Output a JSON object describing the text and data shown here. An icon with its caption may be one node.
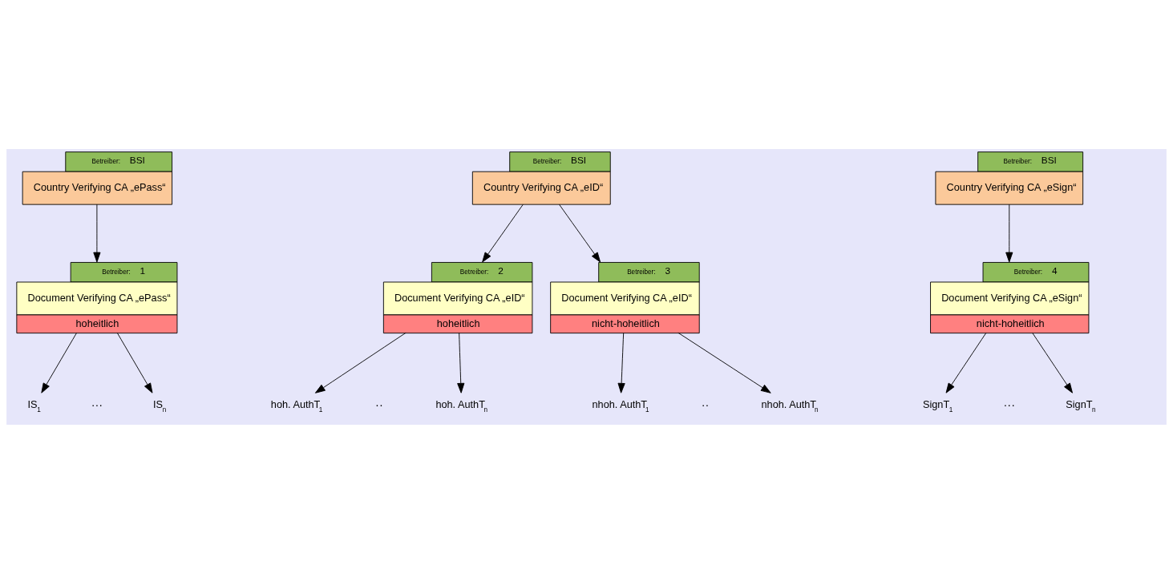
{
  "diagram": {
    "nodes": [
      {
        "text": [
          "Betreiber:",
          "BSI",
          "Country Verifying CA „ePass“"
        ]
      },
      {
        "text": [
          "Betreiber:",
          "BSI",
          "Country Verifying CA „eID“"
        ]
      },
      {
        "text": [
          "Betreiber:",
          "BSI",
          "Country Verifying CA „eSign“"
        ]
      },
      {
        "text": [
          "Betreiber:",
          "1",
          "Document Verifying CA „ePass“",
          "hoheitlich"
        ]
      },
      {
        "text": [
          "Betreiber:",
          "2",
          "Document Verifying CA „eID“",
          "hoheitlich"
        ]
      },
      {
        "text": [
          "Betreiber:",
          "3",
          "Document Verifying CA „eID“",
          "nicht-hoheitlich"
        ]
      },
      {
        "text": [
          "Betreiber:",
          "4",
          "Document Verifying CA „eSign“",
          "nicht-hoheitlich"
        ]
      },
      {
        "text": [
          "IS$_{1}$"
        ]
      },
      {
        "text": [
          "IS$_{n}$"
        ]
      },
      {
        "text": [
          "hoh. AuthT$_{1}$"
        ]
      },
      {
        "text": [
          "hoh. AuthT$_{n}$"
        ]
      },
      {
        "text": [
          "nhoh. AuthT$_{1}$"
        ]
      },
      {
        "text": [
          "nhoh. AuthT$_{n}$"
        ]
      },
      {
        "text": [
          "SignT$_{1}$"
        ]
      },
      {
        "text": [
          "SignT$_{n}$"
        ]
      }
    ],
    "edges": [
      {
        "from": 0,
        "to": 3,
        "arrow": "to"
      },
      {
        "from": 1,
        "to": 4,
        "arrow": "to"
      },
      {
        "from": 1,
        "to": 5,
        "arrow": "to"
      },
      {
        "from": 2,
        "to": 6,
        "arrow": "to"
      },
      {
        "from": 3,
        "to": 7,
        "arrow": "to"
      },
      {
        "from": 3,
        "to": 8,
        "arrow": "to"
      },
      {
        "from": 4,
        "to": 9,
        "arrow": "to"
      },
      {
        "from": 4,
        "to": 10,
        "arrow": "to"
      },
      {
        "from": 5,
        "to": 11,
        "arrow": "to"
      },
      {
        "from": 5,
        "to": 12,
        "arrow": "to"
      },
      {
        "from": 6,
        "to": 13,
        "arrow": "to"
      },
      {
        "from": 6,
        "to": 14,
        "arrow": "to"
      }
    ],
    "labels": [
      "···",
      "··",
      "··",
      "···"
    ]
  }
}
